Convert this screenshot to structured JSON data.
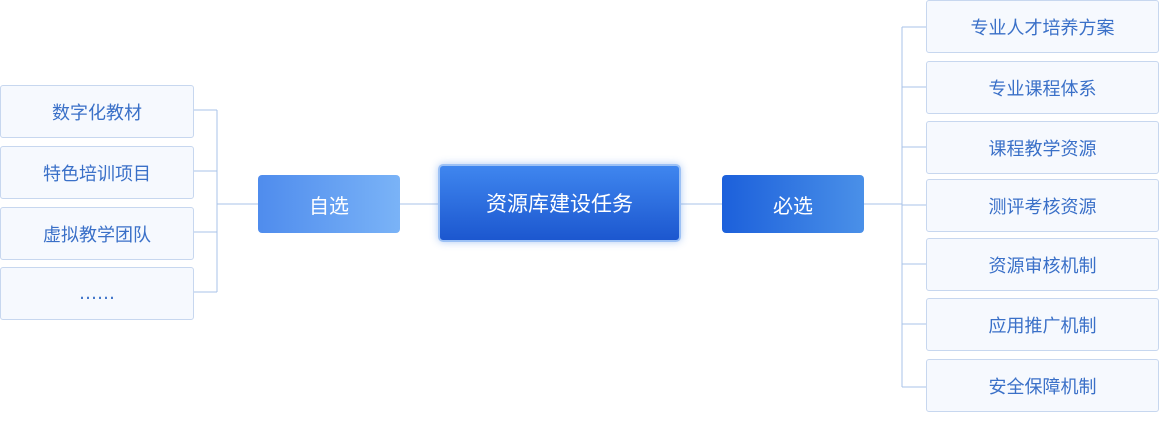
{
  "center": {
    "label": "资源库建设任务"
  },
  "left_branch": {
    "label": "自选",
    "items": [
      "数字化教材",
      "特色培训项目",
      "虚拟教学团队",
      "……"
    ]
  },
  "right_branch": {
    "label": "必选",
    "items": [
      "专业人才培养方案",
      "专业课程体系",
      "课程教学资源",
      "测评考核资源",
      "资源审核机制",
      "应用推广机制",
      "安全保障机制"
    ]
  },
  "colors": {
    "connector": "#a9c3e8",
    "leaf_text": "#3a70c8",
    "leaf_border": "#c7d7ef",
    "leaf_fill": "#f6f9fe",
    "center_fill": "#2a6fe0",
    "branch_left_fill": "#5f9df0",
    "branch_right_fill": "#2a72e0"
  }
}
